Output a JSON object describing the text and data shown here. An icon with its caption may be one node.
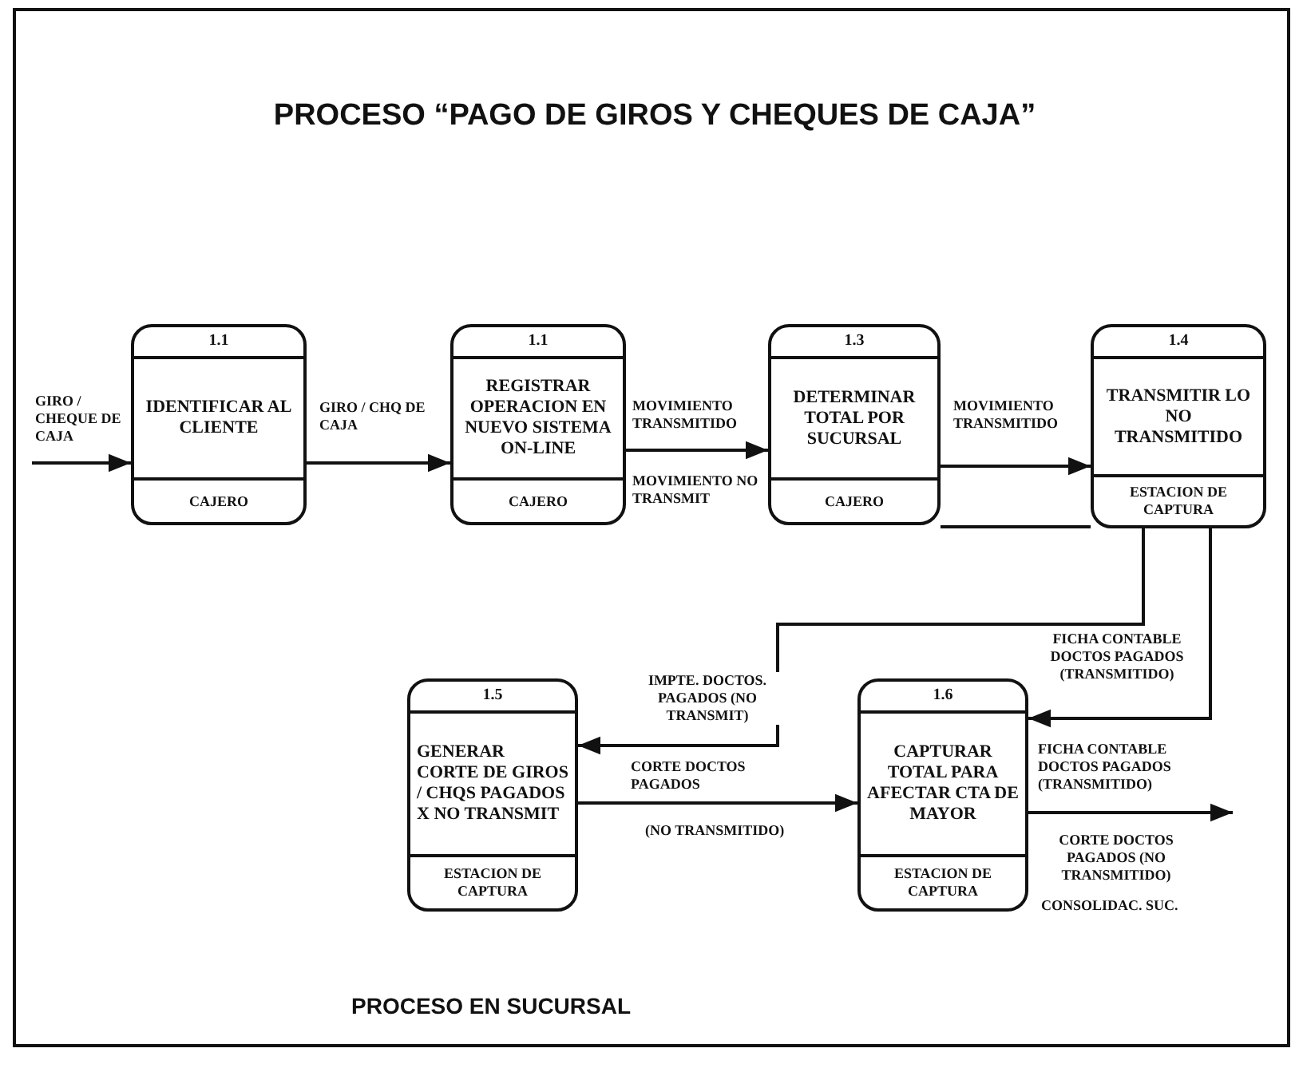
{
  "diagram": {
    "title": "PROCESO “PAGO DE GIROS Y CHEQUES DE CAJA”",
    "caption": "PROCESO EN SUCURSAL",
    "nodes": [
      {
        "text": [
          "1.1",
          "IDENTIFICAR AL CLIENTE",
          "CAJERO"
        ]
      },
      {
        "text": [
          "1.1",
          "REGISTRAR OPERACION EN NUEVO SISTEMA ON-LINE",
          "CAJERO"
        ]
      },
      {
        "text": [
          "1.3",
          "DETERMINAR TOTAL POR SUCURSAL",
          "CAJERO"
        ]
      },
      {
        "text": [
          "1.4",
          "TRANSMITIR LO NO TRANSMITIDO",
          "ESTACION DE CAPTURA"
        ]
      },
      {
        "text": [
          "1.5",
          "GENERAR CORTE DE GIROS / CHQS PAGADOS X NO TRANSMIT",
          "ESTACION DE CAPTURA"
        ]
      },
      {
        "text": [
          "1.6",
          "CAPTURAR TOTAL PARA AFECTAR CTA DE MAYOR",
          "ESTACION DE CAPTURA"
        ]
      }
    ],
    "edges": [
      {
        "from": null,
        "to": 0,
        "arrow": "to",
        "label": "GIRO / CHEQUE DE CAJA"
      },
      {
        "from": 0,
        "to": 1,
        "arrow": "to",
        "label": "GIRO / CHQ DE CAJA"
      },
      {
        "from": 1,
        "to": 2,
        "arrow": "to",
        "label": "MOVIMIENTO TRANSMITIDO"
      },
      {
        "from": 2,
        "to": 3,
        "arrow": "to",
        "label": "MOVIMIENTO TRANSMITIDO"
      },
      {
        "from": 2,
        "to": 3,
        "arrow": "none"
      },
      {
        "from": 3,
        "to": 4,
        "arrow": "to",
        "label": "IMPTE. DOCTOS. PAGADOS (NO TRANSMIT)"
      },
      {
        "from": 3,
        "to": 5,
        "arrow": "to",
        "label": "FICHA CONTABLE DOCTOS PAGADOS (TRANSMITIDO)"
      },
      {
        "from": 4,
        "to": 5,
        "arrow": "to",
        "label": "CORTE DOCTOS PAGADOS"
      },
      {
        "from": 5,
        "to": null,
        "arrow": "to",
        "label": "FICHA CONTABLE DOCTOS PAGADOS (TRANSMITIDO)"
      }
    ],
    "labels": [
      "MOVIMIENTO NO TRANSMIT",
      "(NO TRANSMITIDO)",
      "CORTE DOCTOS PAGADOS (NO TRANSMITIDO)",
      "CONSOLIDAC. SUC."
    ]
  }
}
